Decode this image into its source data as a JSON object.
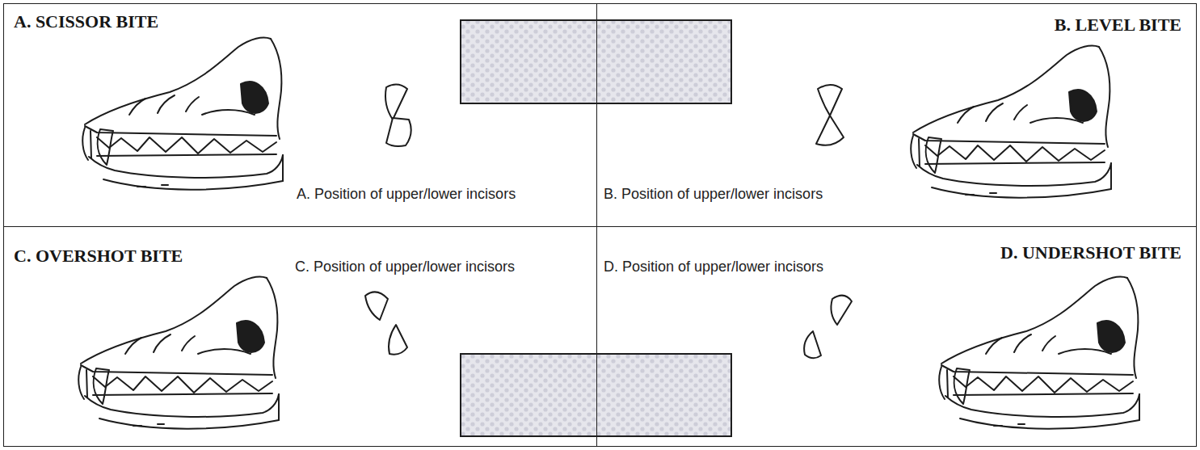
{
  "diagram": {
    "nodes": [
      {
        "text": [
          "A. SCISSOR BITE",
          "A. Position of upper/lower incisors"
        ]
      },
      {
        "text": [
          "B. LEVEL BITE",
          "B. Position of upper/lower incisors"
        ]
      },
      {
        "text": [
          "C. OVERSHOT BITE",
          "C. Position of upper/lower incisors"
        ]
      },
      {
        "text": [
          "D. UNDERSHOT BITE",
          "D. Position of upper/lower incisors"
        ]
      }
    ]
  }
}
